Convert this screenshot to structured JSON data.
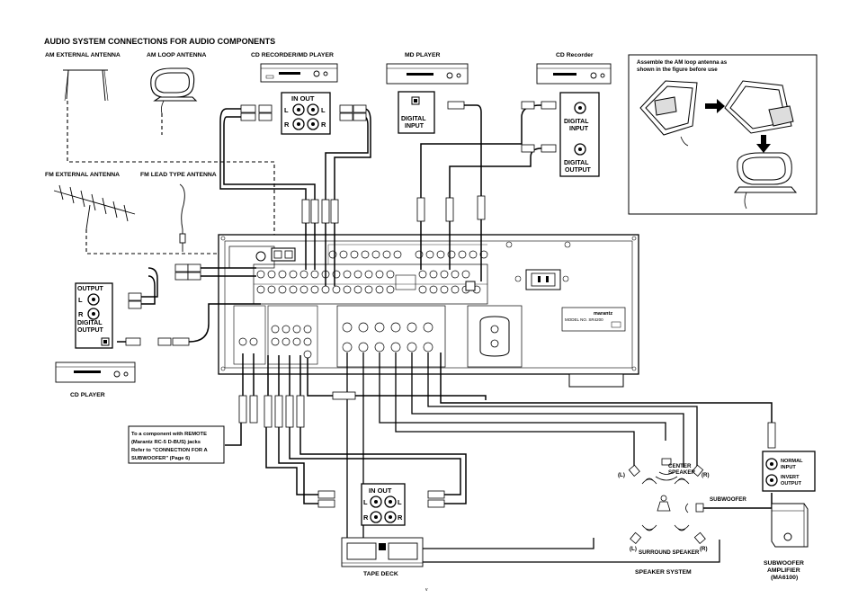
{
  "title": "AUDIO SYSTEM CONNECTIONS FOR AUDIO COMPONENTS",
  "labels": {
    "am_external_antenna": "AM EXTERNAL ANTENNA",
    "am_loop_antenna": "AM LOOP ANTENNA",
    "cd_recorder_md_player": "CD RECORDER/MD PLAYER",
    "md_player": "MD PLAYER",
    "cd_recorder": "CD Recorder",
    "fm_external_antenna": "FM EXTERNAL ANTENNA",
    "fm_lead_type_antenna": "FM LEAD TYPE ANTENNA",
    "cd_player": "CD PLAYER",
    "tape_deck": "TAPE DECK",
    "speaker_system": "SPEAKER SYSTEM",
    "subwoofer": "SUBWOOFER",
    "subwoofer_amp_1": "SUBWOOFER",
    "subwoofer_amp_2": "AMPLIFIER",
    "subwoofer_amp_3": "(MA6100)",
    "center_speaker_1": "CENTER",
    "center_speaker_2": "SPEAKER",
    "surround_speaker": "SURROUND SPEAKER",
    "left": "(L)",
    "right": "(R)",
    "normal_input_1": "NORMAL",
    "normal_input_2": "INPUT",
    "invert_output_1": "INVERT",
    "invert_output_2": "OUTPUT"
  },
  "cdr_md_jacks": {
    "header": "IN   OUT",
    "l": "L",
    "r": "R"
  },
  "md_jack": {
    "l1": "DIGITAL",
    "l2": "INPUT"
  },
  "cd_recorder_jacks": {
    "input_1": "DIGITAL",
    "input_2": "INPUT",
    "output_1": "DIGITAL",
    "output_2": "OUTPUT"
  },
  "cd_player_jacks": {
    "output": "OUTPUT",
    "l": "L",
    "r": "R",
    "digital_1": "DIGITAL",
    "digital_2": "OUTPUT"
  },
  "tape_jacks": {
    "header": "IN   OUT",
    "l": "L",
    "r": "R"
  },
  "am_assembly_note": {
    "line1": "Assemble the AM loop antenna as",
    "line2": "shown in the figure before use"
  },
  "remote_note": {
    "line1": "To a component with REMOTE",
    "line2": "(Marantz RC-5 D-BUS) jacks",
    "line3": "Refer to \"CONNECTION FOR A",
    "line4": "SUBWOOFER\"  (Page 6)"
  },
  "receiver": {
    "model": "MODEL  NO. SR4200",
    "brand": "marantz"
  },
  "page_number": "v"
}
